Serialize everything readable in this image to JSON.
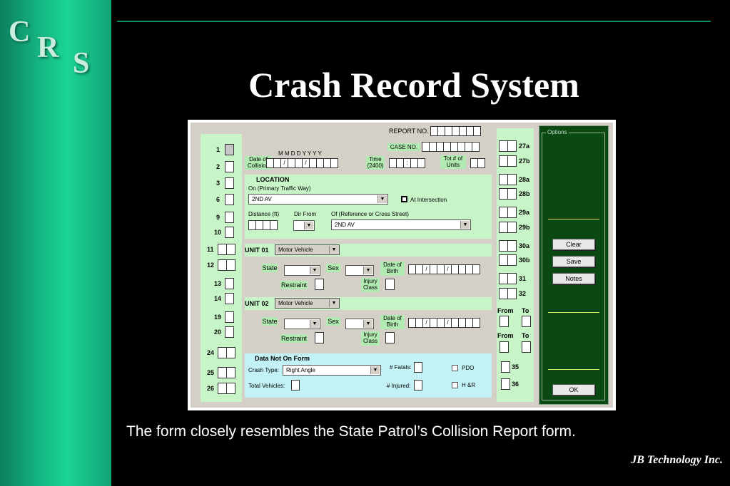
{
  "logo": {
    "c": "C",
    "r": "R",
    "s": "S"
  },
  "slide": {
    "title": "Crash Record System",
    "caption": "The form closely resembles the State Patrol’s Collision Report form.",
    "footer": "JB Technology Inc."
  },
  "colors": {
    "sidebar": "#15b582",
    "form_green": "#c8f5c8",
    "form_cyan": "#c3f2f6",
    "options_panel": "#0a4a12"
  },
  "form": {
    "left_numbers": [
      "1",
      "2",
      "3",
      "6",
      "9",
      "10",
      "11",
      "12",
      "13",
      "14",
      "19",
      "20",
      "24",
      "25",
      "26"
    ],
    "right_numbers": [
      "27a",
      "27b",
      "28a",
      "28b",
      "29a",
      "29b",
      "30a",
      "30b",
      "31",
      "32",
      "35",
      "36"
    ],
    "from_label": "From",
    "to_label": "To",
    "report_no": "REPORT NO.",
    "case_no": "CASE NO.",
    "date_format": "M M     D D     Y Y Y Y",
    "date_of_collision": [
      "Date of",
      "Collision"
    ],
    "slash": "/",
    "colon": ":",
    "time": [
      "Time",
      "(2400)"
    ],
    "tot_units": [
      "Tot # of",
      "Units"
    ],
    "location": {
      "heading": "LOCATION",
      "on_label": "On (Primary Traffic Way)",
      "on_value": "2ND AV",
      "at_intersection": "At Intersection",
      "distance": "Distance (ft)",
      "dir_from": "Dir From",
      "of_label": "Of (Reference or Cross Street)",
      "of_value": "2ND AV"
    },
    "unit1": {
      "label": "UNIT 01",
      "type": "Motor Vehicle",
      "state": "State",
      "sex": "Sex",
      "dob": [
        "Date of",
        "Birth"
      ],
      "restraint": "Restraint",
      "injury": [
        "Injury",
        "Class"
      ]
    },
    "unit2": {
      "label": "UNIT 02",
      "type": "Motor Vehicle",
      "state": "State",
      "sex": "Sex",
      "dob": [
        "Date of",
        "Birth"
      ],
      "restraint": "Restraint",
      "injury": [
        "Injury",
        "Class"
      ]
    },
    "dnof": {
      "heading": "Data Not On Form",
      "crash_type": "Crash Type:",
      "crash_type_value": "Right Angle",
      "fatals": "# Fatals:",
      "pdo": "PDO",
      "total_vehicles": "Total Vehicles:",
      "injured": "# Injured:",
      "hr": "H &R"
    },
    "options": {
      "legend": "Options",
      "clear": "Clear",
      "save": "Save",
      "notes": "Notes",
      "ok": "OK"
    }
  }
}
